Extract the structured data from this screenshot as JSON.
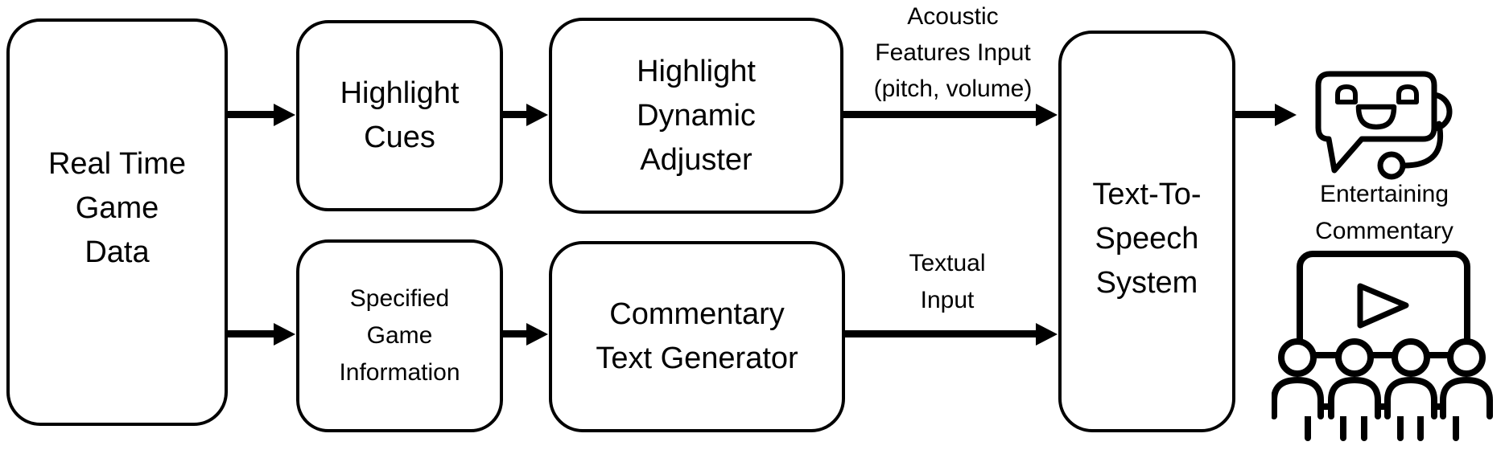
{
  "diagram": {
    "boxes": {
      "real_time_game_data": {
        "lines": [
          "Real Time",
          "Game",
          "Data"
        ]
      },
      "highlight_cues": {
        "lines": [
          "Highlight",
          "Cues"
        ]
      },
      "specified_game_information": {
        "lines": [
          "Specified",
          "Game",
          "Information"
        ]
      },
      "highlight_dynamic_adjuster": {
        "lines": [
          "Highlight",
          "Dynamic",
          "Adjuster"
        ]
      },
      "commentary_text_generator": {
        "lines": [
          "Commentary",
          "Text Generator"
        ]
      },
      "text_to_speech_system": {
        "lines": [
          "Text-To-",
          "Speech",
          "System"
        ]
      }
    },
    "labels": {
      "acoustic_features": {
        "lines": [
          "Acoustic",
          "Features Input",
          "(pitch, volume)"
        ]
      },
      "textual_input": {
        "lines": [
          "Textual",
          "Input"
        ]
      },
      "entertaining_commentary": {
        "lines": [
          "Entertaining",
          "Commentary"
        ]
      }
    },
    "icons": {
      "robot": "chatbot-headset-icon",
      "audience": "audience-watching-screen-icon"
    },
    "colors": {
      "stroke": "#000000",
      "background": "#ffffff"
    }
  }
}
